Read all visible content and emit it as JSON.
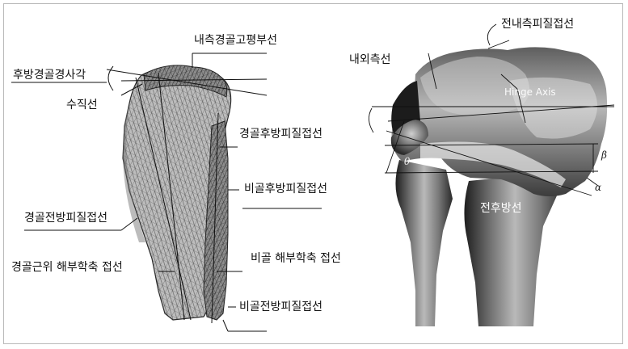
{
  "labels": {
    "medial_tibial_plateau": "내측경골고평부선",
    "posterior_tibial_slope": "후방경골경사각",
    "vertical_line": "수직선",
    "tibia_posterior_cortex": "경골후방피질접선",
    "fibula_posterior_cortex": "비골후방피질접선",
    "tibia_anterior_cortex": "경골전방피질접선",
    "proximal_tibia_anatomical_axis": "경골근위 해부학축 접선",
    "fibula_anatomical_axis": "비골 해부학축 접선",
    "fibula_anterior_cortex": "비골전방피질접선",
    "anteromedial_cortex": "전내측피질접선",
    "mediolateral_line": "내외측선",
    "hinge_axis": "Hinge Axis",
    "anteroposterior_line": "전후방선",
    "theta": "θ",
    "beta": "β",
    "alpha": "α"
  },
  "colors": {
    "mesh_light": "#b4b4b4",
    "mesh_dark": "#3a3a3a",
    "bone_light": "#9a9a9a",
    "bone_dark": "#1a1a1a",
    "line": "#111111"
  }
}
